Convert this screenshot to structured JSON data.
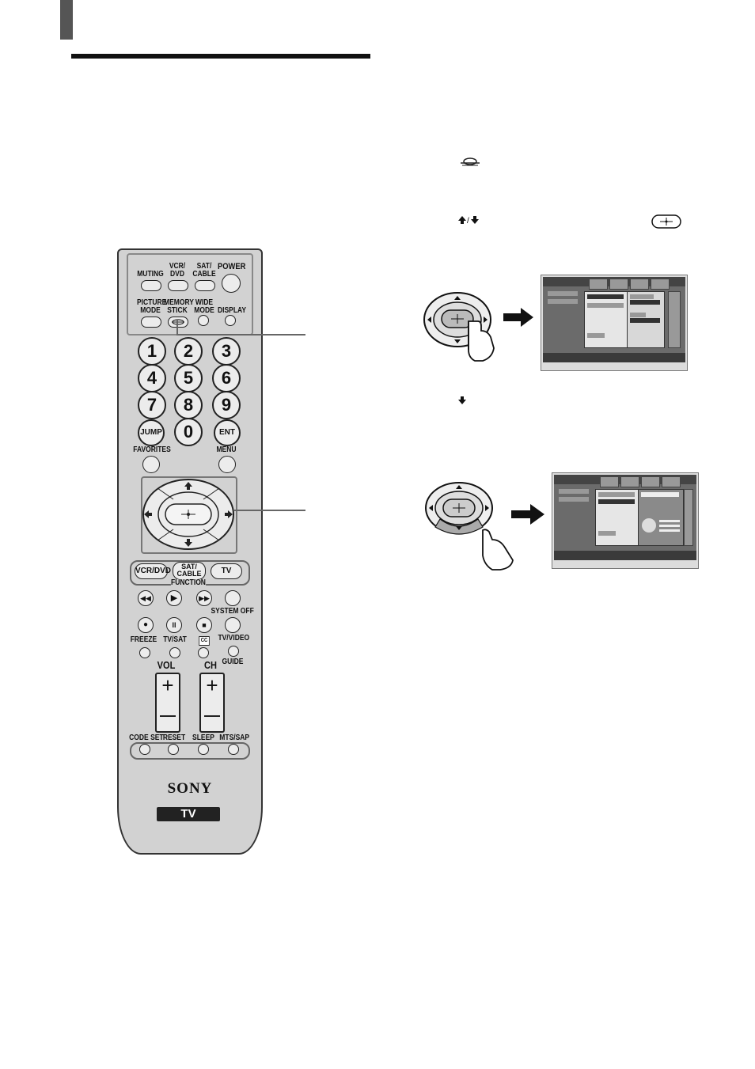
{
  "remote": {
    "top_buttons": [
      "MUTING",
      "VCR/\nDVD",
      "SAT/\nCABLE",
      "POWER"
    ],
    "row2": [
      "PICTURE\nMODE",
      "MEMORY\nSTICK",
      "WIDE\nMODE",
      "DISPLAY"
    ],
    "numbers": [
      "1",
      "2",
      "3",
      "4",
      "5",
      "6",
      "7",
      "8",
      "9",
      "JUMP",
      "0",
      "ENT"
    ],
    "favorites": "FAVORITES",
    "menu": "MENU",
    "function_buttons": [
      "VCR/DVD",
      "SAT/\nCABLE",
      "TV"
    ],
    "function_label": "FUNCTION",
    "system_off": "SYSTEM OFF",
    "freeze": "FREEZE",
    "tvsat": "TV/SAT",
    "cc": "CC",
    "tvvideo": "TV/VIDEO",
    "guide": "GUIDE",
    "vol": "VOL",
    "ch": "CH",
    "bottom_buttons": [
      "CODE SET",
      "RESET",
      "SLEEP",
      "MTS/SAP"
    ],
    "brand": "SONY",
    "badge": "TV"
  },
  "icons": {
    "memory_stick": "memory-stick-icon",
    "up_down_arrows": "up-down-arrows-icon",
    "down_arrow": "down-arrow-icon",
    "enter_button": "enter-button-icon"
  }
}
